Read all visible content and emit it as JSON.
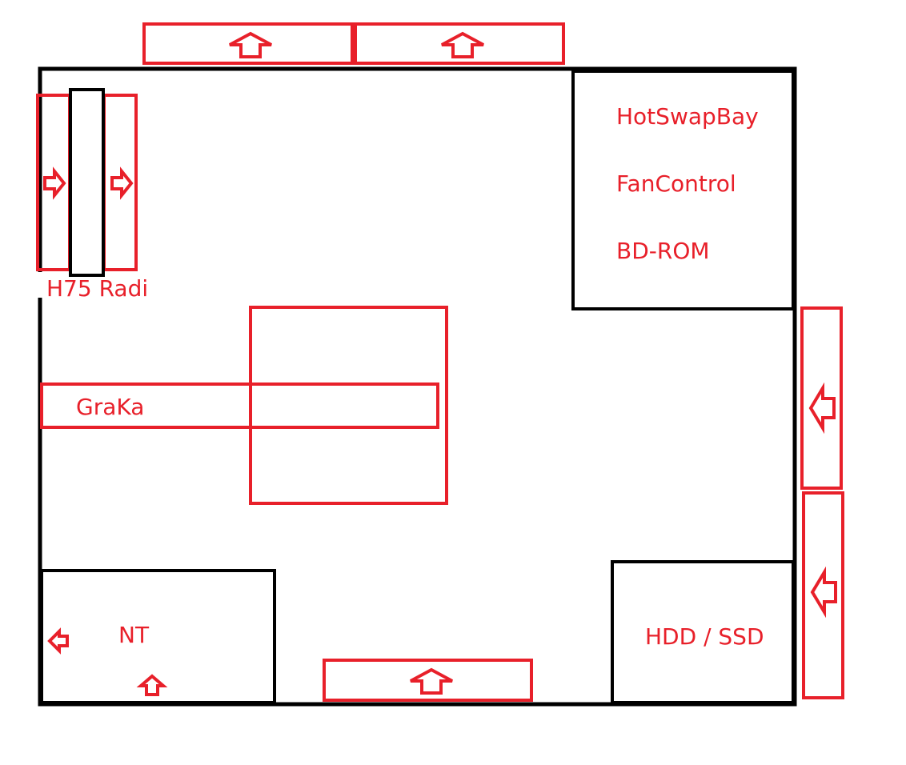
{
  "labels": {
    "hot_swap_bay": "HotSwapBay",
    "fan_control": "FanControl",
    "bd_rom": "BD-ROM",
    "radiator": "H75 Radi",
    "graphics_card": "GraKa",
    "power_supply": "NT",
    "drives": "HDD / SSD"
  },
  "colors": {
    "case_outline": "#000000",
    "components": "#e8202a",
    "background": "#ffffff"
  },
  "icons": {
    "arrow_up": "arrow-up-icon",
    "arrow_right": "arrow-right-icon",
    "arrow_left": "arrow-left-icon"
  }
}
